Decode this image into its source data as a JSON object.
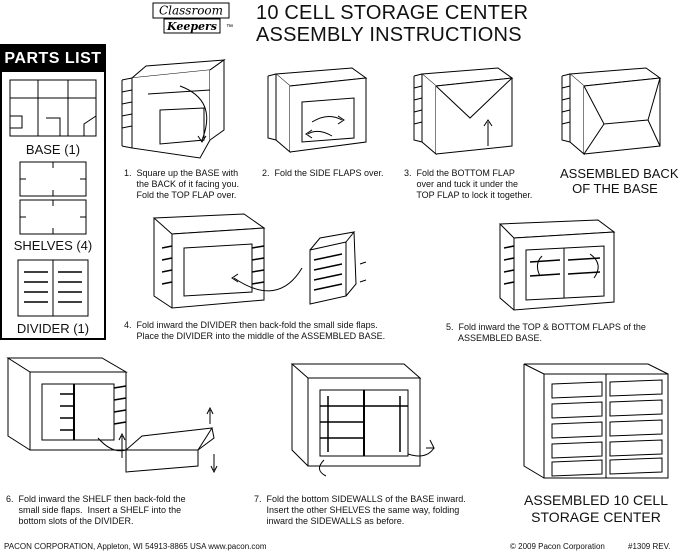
{
  "logo": {
    "line1": "Classroom",
    "line2": "Keepers",
    "mark": "™"
  },
  "title": {
    "line1": "10 CELL STORAGE CENTER",
    "line2": "ASSEMBLY INSTRUCTIONS"
  },
  "parts_list": {
    "heading": "PARTS LIST",
    "items": [
      {
        "label": "BASE (1)"
      },
      {
        "label": "SHELVES (4)"
      },
      {
        "label": "DIVIDER (1)"
      }
    ]
  },
  "steps": [
    {
      "text": "1.  Square up the BASE with\n     the BACK of it facing you.\n     Fold the TOP FLAP over."
    },
    {
      "text": "2.  Fold the SIDE FLAPS over."
    },
    {
      "text": "3.  Fold the BOTTOM FLAP\n     over and tuck it under the\n     TOP FLAP to lock it together."
    },
    {
      "text": "ASSEMBLED BACK\nOF THE BASE"
    },
    {
      "text": "4.  Fold inward the DIVIDER then back-fold the small side flaps.\n     Place the DIVIDER into the middle of the ASSEMBLED BASE."
    },
    {
      "text": "5.  Fold inward the TOP & BOTTOM FLAPS of the\n     ASSEMBLED BASE."
    },
    {
      "text": "6.  Fold inward the SHELF then back-fold the\n     small side flaps.  Insert a SHELF into the\n     bottom slots of the DIVIDER."
    },
    {
      "text": "7.  Fold the bottom SIDEWALLS of the BASE inward.\n     Insert the other SHELVES the same way, folding\n     inward the SIDEWALLS as before."
    },
    {
      "text": "ASSEMBLED 10 CELL\nSTORAGE CENTER"
    }
  ],
  "footer": {
    "left": "PACON CORPORATION, Appleton, WI 54913-8865 USA  www.pacon.com",
    "center": "© 2009 Pacon Corporation",
    "right": "#1309 REV."
  }
}
